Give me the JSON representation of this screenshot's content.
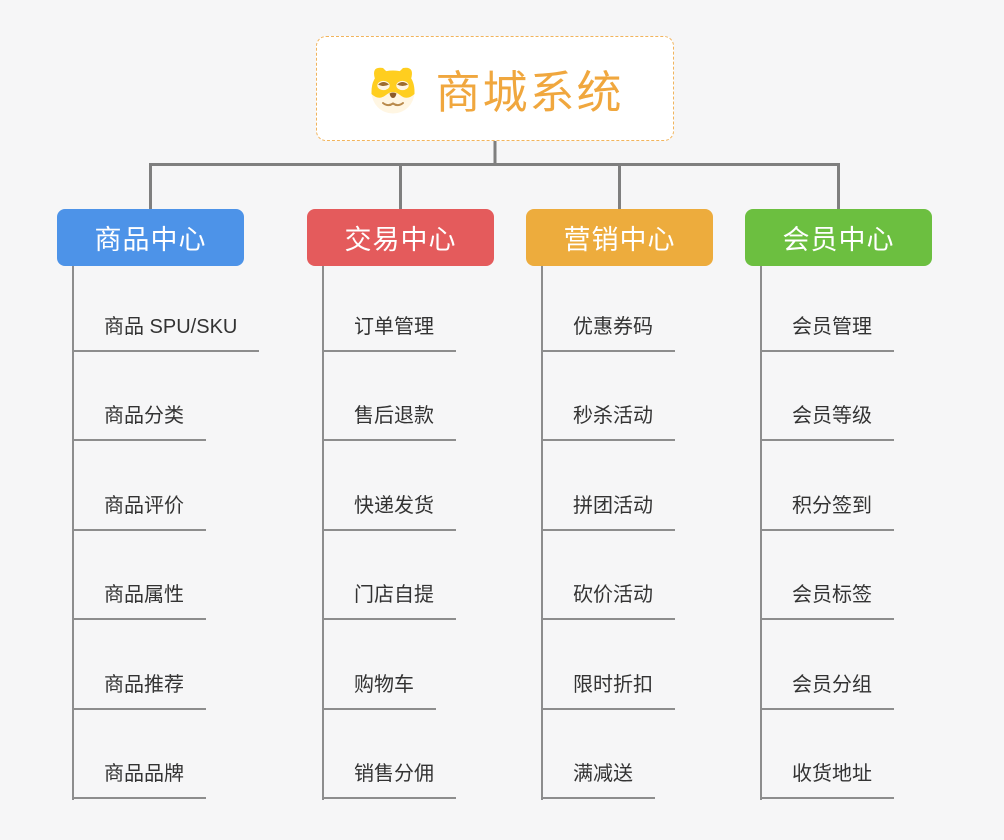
{
  "app": {
    "background": "#f6f6f7",
    "connector_color": "#7f7f7f",
    "line_color": "#8d8d8d"
  },
  "root": {
    "label": "商城系统",
    "icon": "doge-dog-face-icon",
    "text_color": "#F0A73E",
    "border_color": "#F2B45C"
  },
  "branches": [
    {
      "label": "商品中心",
      "color": "#4D93E8",
      "items": [
        "商品 SPU/SKU",
        "商品分类",
        "商品评价",
        "商品属性",
        "商品推荐",
        "商品品牌"
      ]
    },
    {
      "label": "交易中心",
      "color": "#E45B5C",
      "items": [
        "订单管理",
        "售后退款",
        "快递发货",
        "门店自提",
        "购物车",
        "销售分佣"
      ]
    },
    {
      "label": "营销中心",
      "color": "#EDAC3D",
      "items": [
        "优惠券码",
        "秒杀活动",
        "拼团活动",
        "砍价活动",
        "限时折扣",
        "满减送"
      ]
    },
    {
      "label": "会员中心",
      "color": "#6CBF40",
      "items": [
        "会员管理",
        "会员等级",
        "积分签到",
        "会员标签",
        "会员分组",
        "收货地址"
      ]
    }
  ]
}
